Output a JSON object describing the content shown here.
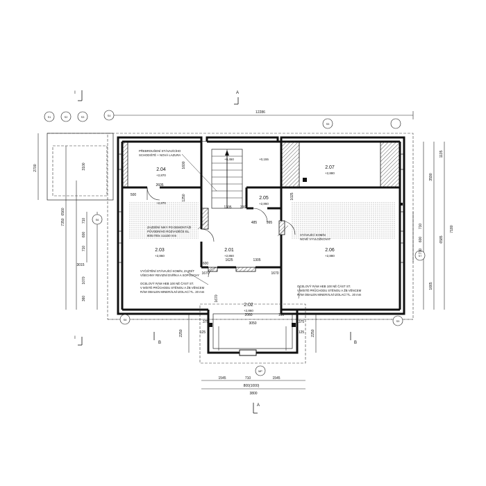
{
  "dimensions": {
    "top_total": "12286",
    "left_total": "2700",
    "left_a": "6560",
    "left_b": "7350",
    "left_c": "3100",
    "left_d": "3015",
    "left_e": "1070",
    "left_f": "360",
    "left_g": "710",
    "left_h": "600",
    "left_i": "710",
    "right_a": "1135",
    "right_b": "3590",
    "right_c": "7180",
    "right_d": "6585",
    "right_e": "1665",
    "right_f": "710",
    "right_g": "600",
    "right_h": "710",
    "room204_w": "2605",
    "room204_h": "1600",
    "stair_a": "1305",
    "stair_b": "200",
    "corridor_a": "1625",
    "corridor_b": "1305",
    "corridor_c": "1670",
    "corridor_d": "1670",
    "room205_a": "485",
    "room205_b": "995",
    "room202_w": "2060",
    "room202_h": "3050",
    "room202_l": "1670",
    "room202_r": "190",
    "bottom_w1": "1545",
    "bottom_w2": "710",
    "bottom_w3": "1545",
    "bottom_total": "3800",
    "bottom_sub": "800(1000)",
    "left_2250": "2250",
    "right_2250": "2250",
    "dim_125a": "125",
    "dim_125b": "125",
    "dim_375a": "375",
    "dim_375b": "375",
    "dim_500": "500",
    "dim_1250": "1250",
    "dim_1025": "1025",
    "dim_600": "600"
  },
  "rooms": [
    {
      "num": "2.04",
      "level": "+2,870"
    },
    {
      "num": "2.07",
      "level": "+2,880"
    },
    {
      "num": "2.05",
      "level": "+2,860"
    },
    {
      "num": "2.03",
      "level": "+2,860"
    },
    {
      "num": "2.01",
      "level": "+2,860"
    },
    {
      "num": "2.06",
      "level": "+2,880"
    },
    {
      "num": "2.02",
      "level": "+2,860"
    }
  ],
  "levels": {
    "stair_top": "+0,450",
    "stair_right": "+0,155",
    "landing": "+2,870"
  },
  "notes": {
    "n1a": "PŘEBROUŠENÍ STÁVAJÍCÍHO",
    "n1b": "SCHODIŠTĚ + NOVÁ LAZURA",
    "n2a": "ZAZDĚNÍ NIKY PO DEMONTÁŽI",
    "n2b": "PŮVODNÍHO ROZVADĚČE EL.",
    "n2c": "800x700x cca150 mm",
    "n3a": "VYČIŠTĚNÍ STÁVAJÍCÍ KOMÍN, ZAZDÍT",
    "n3b": "VŠECHNY REVIZNÍ DVÍŘKA A SOPOUCHY",
    "n4a": "OCELOVÝ RÁM HEB 100 NĚ ČÁST ST.",
    "n4b": "V MÍSTĚ PRŮCHODU STĚNOU A ŽB VĚNCEM",
    "n4c": "RÁM OBALEN MINERÁLNÍ IZOLACÍ TL. 20 mm",
    "n5a": "STÁVAJÍCÍ KOMÍN",
    "n5b": "NOVĚ VYVLOŽKOVAT",
    "n6a": "OCELOVÝ RÁM HEB 100 NĚ ČÁST ST.",
    "n6b": "V MÍSTĚ PRŮCHODU STĚNOU A ŽB VĚNCEM",
    "n6c": "RÁM OBALEN MINERÁLNÍ IZOLACÍ TL. 20 mm"
  },
  "sections": {
    "a_top": "A",
    "a_bottom": "A",
    "b_left": "B",
    "b_right": "B",
    "i_left_top": "I",
    "i_left_bottom": "I"
  },
  "bubbles": {
    "top_left_1": "S1",
    "top_left_2": "S2",
    "top_left_3": "S3",
    "top_mid": "S4",
    "top_right": "S5",
    "mid_left": "S6",
    "mid_right": "S7",
    "bottom_left": "S8",
    "bottom_right": "S9",
    "bottom_mid": "MP"
  }
}
